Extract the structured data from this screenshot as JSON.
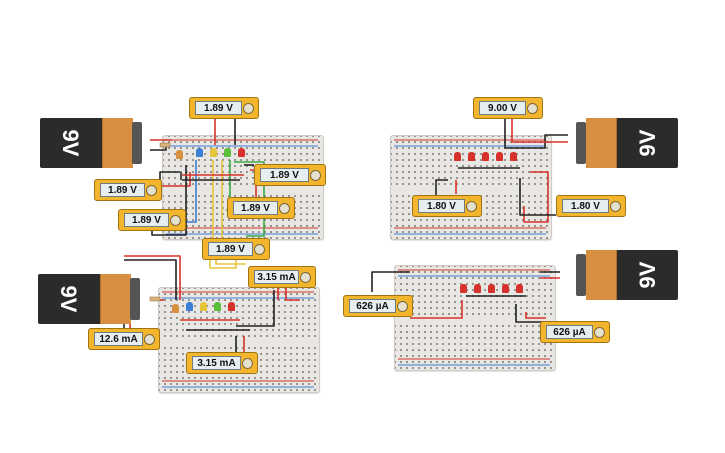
{
  "colors": {
    "led_blue": "#3b7fd6",
    "led_yellow": "#e7c53a",
    "led_green": "#5cbf3a",
    "led_red": "#d6322b",
    "wire_red": "#d6322b",
    "wire_black": "#222222",
    "wire_blue": "#3b7fd6",
    "wire_yellow": "#e7c53a",
    "wire_green": "#3aa845",
    "meter_yellow": "#f3b52b",
    "battery_orange": "#d88f3f"
  },
  "batteries": [
    {
      "id": "tl",
      "label": "9V"
    },
    {
      "id": "ml",
      "label": "9V"
    },
    {
      "id": "tr",
      "label": "9V"
    },
    {
      "id": "mr",
      "label": "9V"
    }
  ],
  "meters": {
    "m1": "1.89 V",
    "m2": "1.89 V",
    "m3": "1.89 V",
    "m4": "1.89 V",
    "m5": "1.89 V",
    "m6": "1.89 V",
    "m7": "3.15 mA",
    "m8": "12.6 mA",
    "m9": "3.15 mA",
    "m10": "9.00 V",
    "m11": "1.80 V",
    "m12": "1.80 V",
    "m13": "626 µA",
    "m14": "626 µA"
  }
}
